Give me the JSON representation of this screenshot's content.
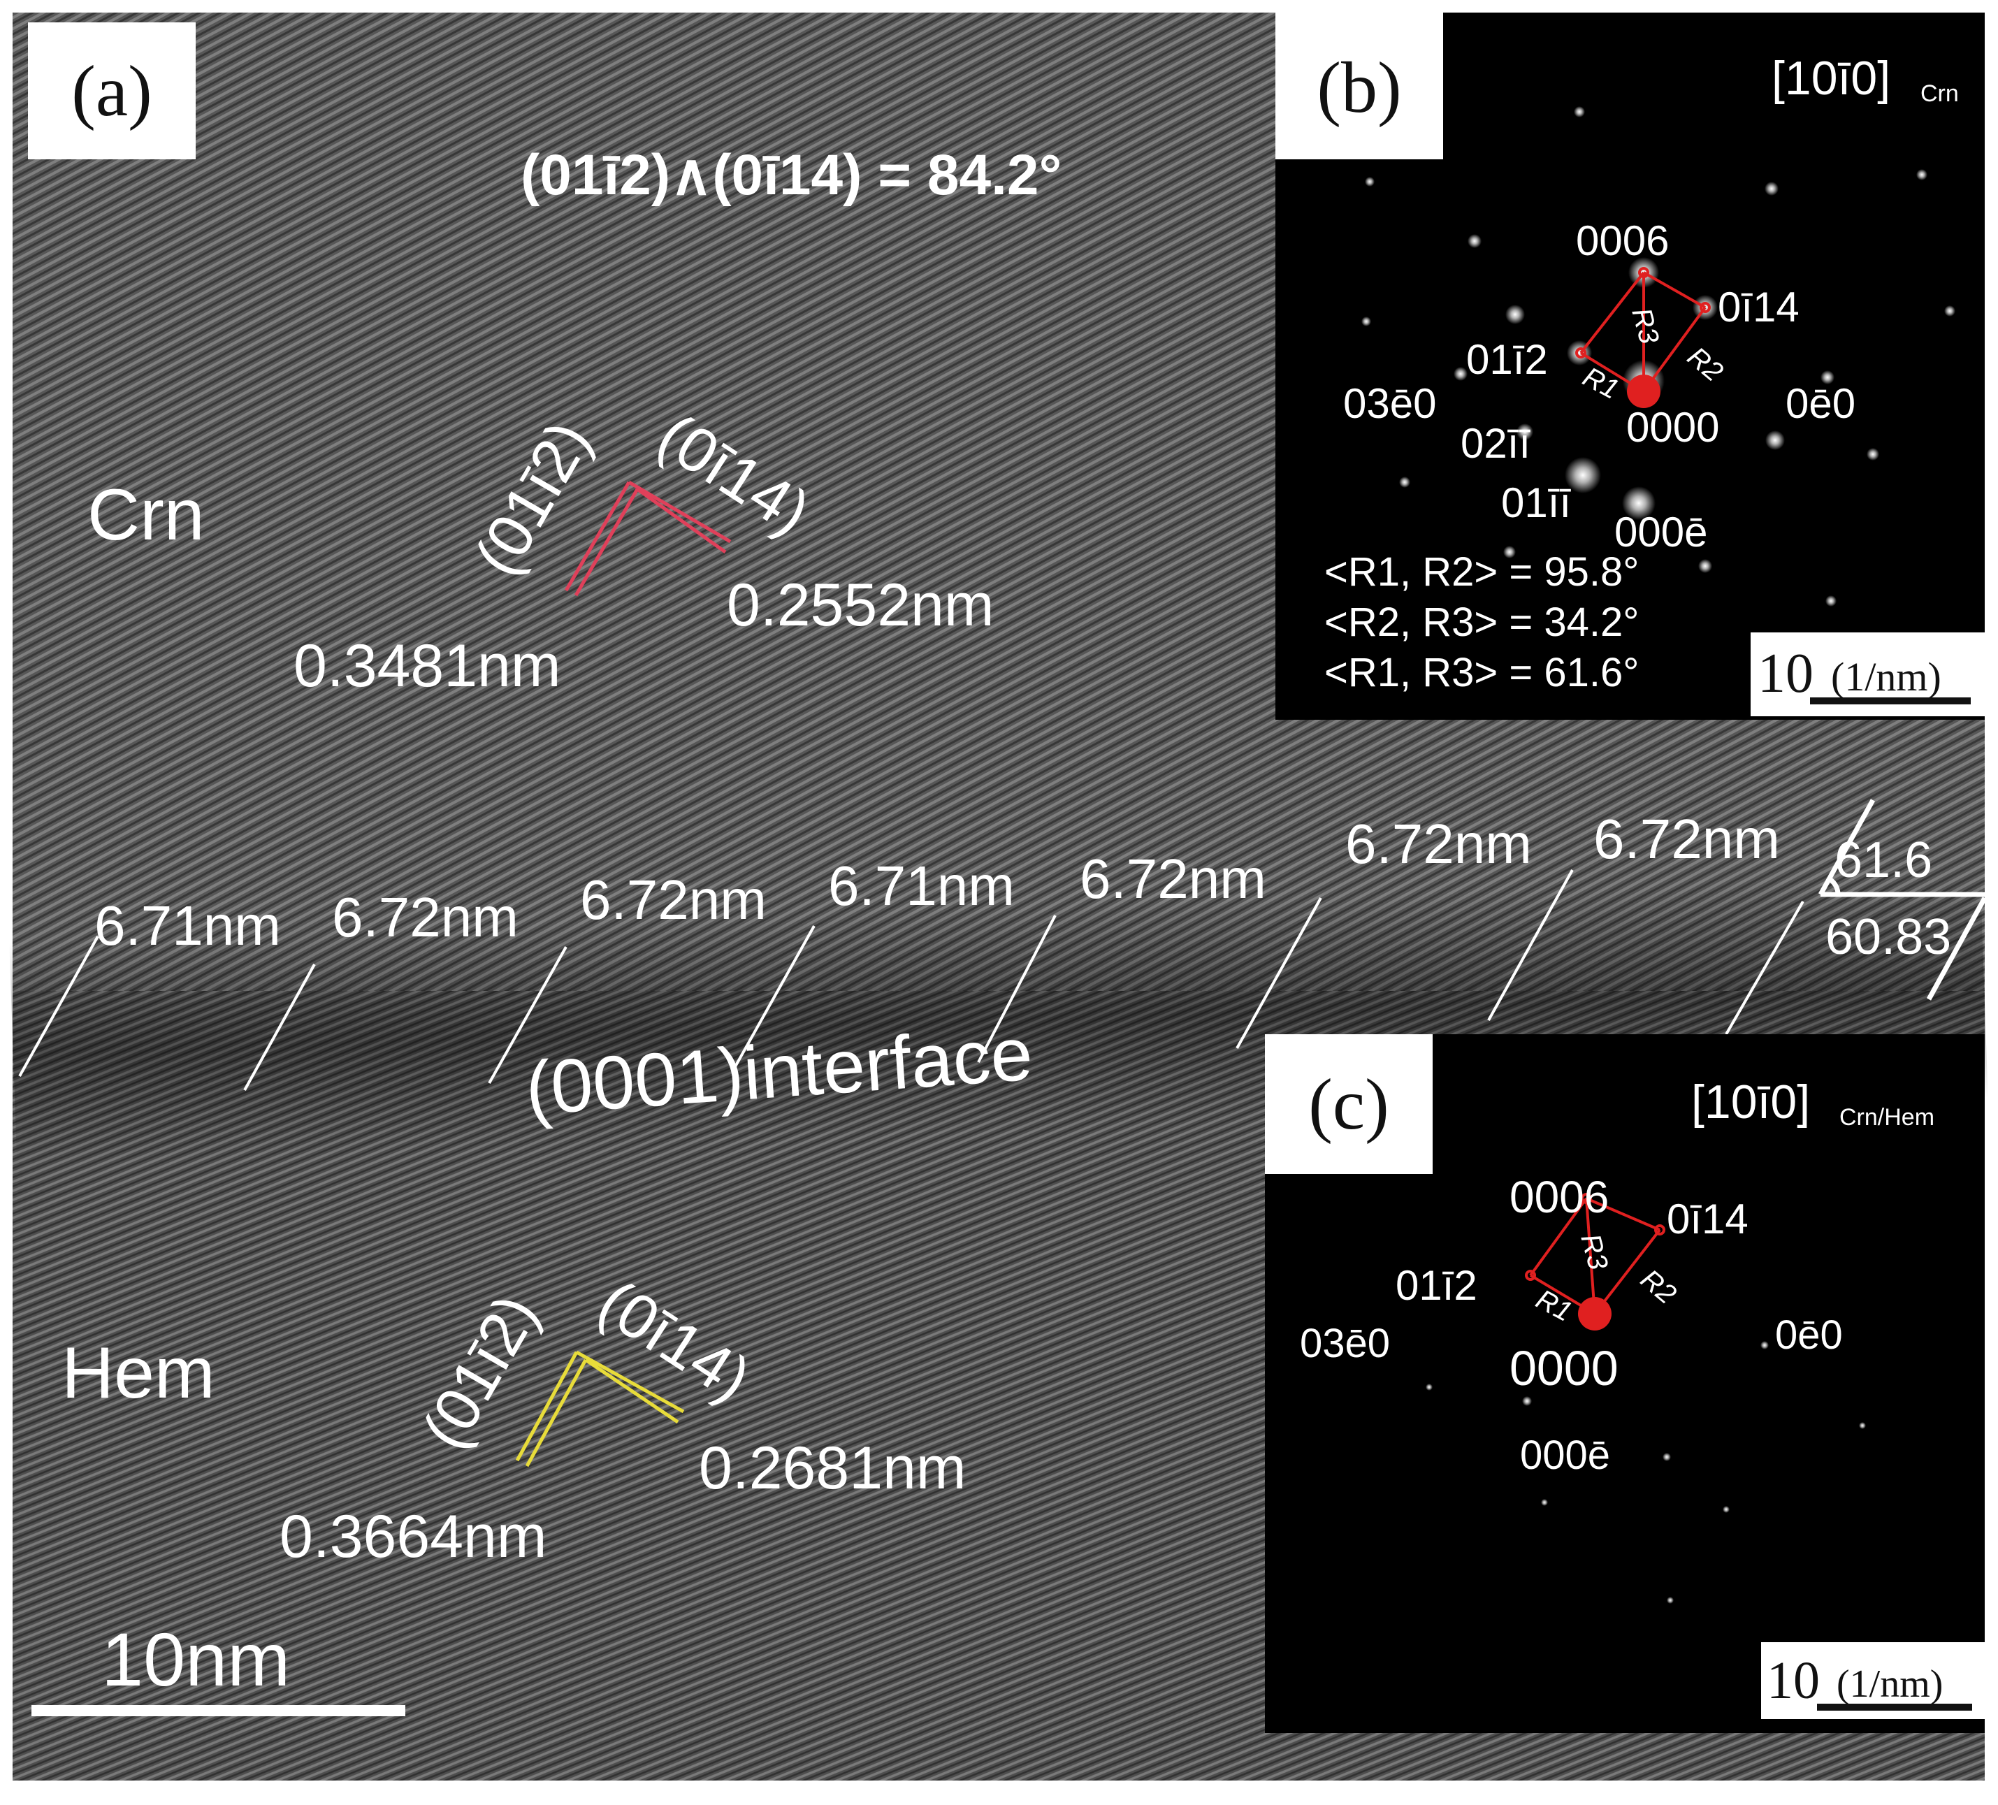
{
  "panel_a": {
    "label": "(a)",
    "angle_title": "(01ī2)∧(0ī14) = 84.2°",
    "crn_phase": "Crn",
    "hem_phase": "Hem",
    "crn_plane_1": "(01ī2)",
    "crn_plane_2": "(0ī14)",
    "crn_d1": "0.3481nm",
    "crn_d2": "0.2552nm",
    "hem_plane_1": "(01ī2)",
    "hem_plane_2": "(0ī14)",
    "hem_d1": "0.3664nm",
    "hem_d2": "0.2681nm",
    "spacings": [
      "6.71nm",
      "6.72nm",
      "6.72nm",
      "6.71nm",
      "6.72nm",
      "6.72nm",
      "6.72nm"
    ],
    "interface_label": "(0001)interface",
    "angle_upper": "61.6",
    "angle_lower": "60.83",
    "scale_bar_label": "10nm",
    "plane_colors": {
      "crn": "#e0405a",
      "hem": "#e8dc3a"
    }
  },
  "panel_b": {
    "label": "(b)",
    "zone_axis": "[10ī0]",
    "zone_subscript": "Crn",
    "spots": {
      "s0006": "0006",
      "s0114": "0ī14",
      "s0112": "01ī2",
      "s0330l": "03ē0",
      "s0330r": "0ē0",
      "s0222": "02īī",
      "s0000": "0000",
      "s0114b": "01īī",
      "s0006b": "000ē"
    },
    "vectors": {
      "r1": "R1",
      "r2": "R2",
      "r3": "R3"
    },
    "angles": [
      "<R1, R2> = 95.8°",
      "<R2, R3> = 34.2°",
      "<R1, R3> = 61.6°"
    ],
    "scale_value": "10",
    "scale_unit": "(1/nm)"
  },
  "panel_c": {
    "label": "(c)",
    "zone_axis": "[10ī0]",
    "zone_subscript": "Crn/Hem",
    "spots": {
      "s0006": "0006",
      "s0114": "0ī14",
      "s0112": "01ī2",
      "s0330l": "03ē0",
      "s0330r": "0ē0",
      "s0000": "0000",
      "s0006b": "000ē"
    },
    "vectors": {
      "r1": "R1",
      "r2": "R2",
      "r3": "R3"
    },
    "scale_value": "10",
    "scale_unit": "(1/nm)"
  },
  "colors": {
    "overlay": "#e02020",
    "text": "#ffffff"
  }
}
